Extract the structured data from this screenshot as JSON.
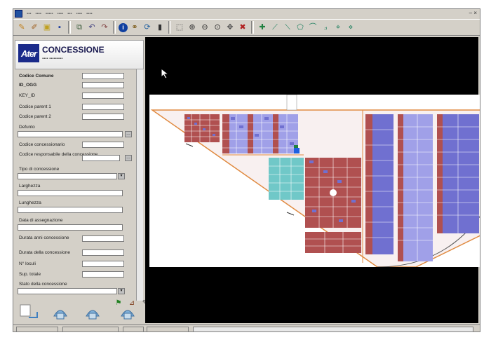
{
  "panel": {
    "brand_title": "CONCESSIONE",
    "logo_text": "Ater",
    "rows": [
      {
        "label": "Codice Comune"
      },
      {
        "label": "ID_OGG"
      },
      {
        "label": "KEY_ID"
      },
      {
        "label": "Codice parent 1"
      },
      {
        "label": "Codice parent 2"
      },
      {
        "label": "Defunto"
      },
      {
        "label": "Codice concessionario"
      },
      {
        "label": "Codice responsabile della concessione"
      },
      {
        "label": "Tipo di concessione"
      },
      {
        "label": "Larghezza"
      },
      {
        "label": "Lunghezza"
      },
      {
        "label": "Data di assegnazione"
      },
      {
        "label": "Durata anni concessione"
      },
      {
        "label": "Durata della concessione"
      },
      {
        "label": "N° loculi"
      },
      {
        "label": "Sup. totale"
      },
      {
        "label": "Stato della concessione"
      }
    ]
  },
  "colors": {
    "map_red": "#b05050",
    "map_blue": "#7070d0",
    "map_cyan": "#70c8c8",
    "map_lavender": "#a0a0e8",
    "border_orange": "#e08a40"
  }
}
